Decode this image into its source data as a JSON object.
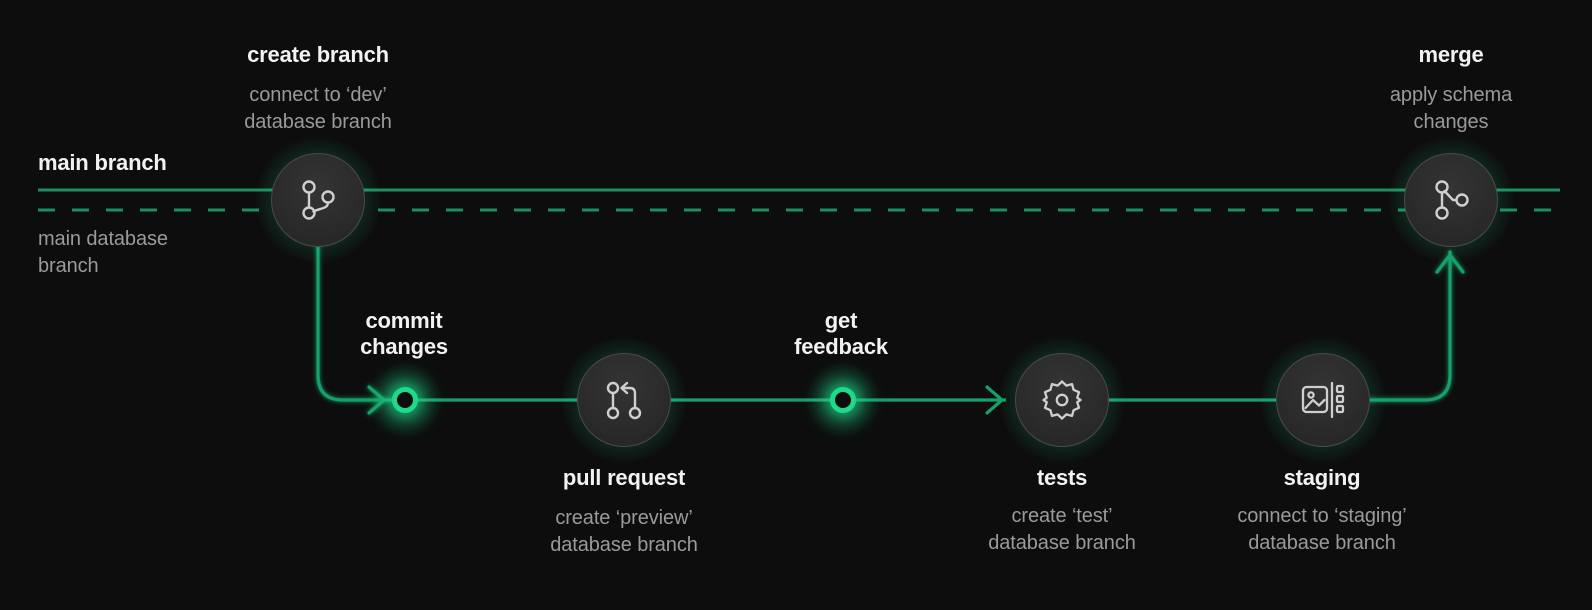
{
  "diagram": {
    "background_color": "#0d0d0d",
    "accent_color": "#1fa971",
    "accent_bright": "#1fd98b",
    "title_color": "#f2f2f2",
    "subtitle_color": "#9a9a9a",
    "node_fill": "#2b2b2b",
    "node_stroke": "#4a4a4a"
  },
  "tracks": {
    "main_branch_label": "main branch",
    "main_database_label_line1": "main database",
    "main_database_label_line2": "branch"
  },
  "nodes": [
    {
      "id": "create-branch",
      "title": "create branch",
      "subtitle_line1": "connect to ‘dev’",
      "subtitle_line2": "database branch",
      "icon": "git-branch-icon",
      "kind": "circle-node",
      "label_position": "above"
    },
    {
      "id": "merge",
      "title": "merge",
      "subtitle_line1": "apply schema",
      "subtitle_line2": "changes",
      "icon": "git-merge-icon",
      "kind": "circle-node",
      "label_position": "above"
    },
    {
      "id": "commit-changes",
      "title_line1": "commit",
      "title_line2": "changes",
      "icon": "commit-dot-icon",
      "kind": "dot-node",
      "label_position": "above"
    },
    {
      "id": "pull-request",
      "title": "pull request",
      "subtitle_line1": "create ‘preview’",
      "subtitle_line2": "database branch",
      "icon": "git-pull-request-icon",
      "kind": "circle-node",
      "label_position": "below"
    },
    {
      "id": "get-feedback",
      "title_line1": "get",
      "title_line2": "feedback",
      "icon": "feedback-dot-icon",
      "kind": "dot-node",
      "label_position": "above"
    },
    {
      "id": "tests",
      "title": "tests",
      "subtitle_line1": "create ‘test’",
      "subtitle_line2": "database branch",
      "icon": "gear-icon",
      "kind": "circle-node",
      "label_position": "below"
    },
    {
      "id": "staging",
      "title": "staging",
      "subtitle_line1": "connect to ‘staging’",
      "subtitle_line2": "database branch",
      "icon": "deploy-preview-icon",
      "kind": "circle-node",
      "label_position": "below"
    }
  ]
}
